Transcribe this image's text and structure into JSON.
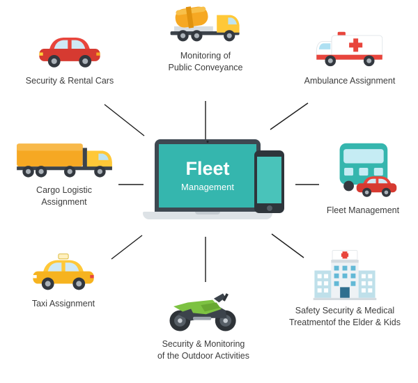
{
  "center": {
    "title_line1": "Fleet",
    "title_line2": "Management"
  },
  "nodes": [
    {
      "id": "security-rental-cars",
      "icon": "red-car-icon",
      "lines": [
        "Security & Rental Cars"
      ]
    },
    {
      "id": "public-conveyance",
      "icon": "mixer-truck-icon",
      "lines": [
        "Monitoring of",
        "Public Conveyance"
      ]
    },
    {
      "id": "ambulance-assignment",
      "icon": "ambulance-icon",
      "lines": [
        "Ambulance Assignment"
      ]
    },
    {
      "id": "cargo-logistic",
      "icon": "cargo-truck-icon",
      "lines": [
        "Cargo Logistic",
        "Assignment"
      ]
    },
    {
      "id": "fleet-management",
      "icon": "bus-car-icon",
      "lines": [
        "Fleet Management"
      ]
    },
    {
      "id": "taxi-assignment",
      "icon": "taxi-icon",
      "lines": [
        "Taxi Assignment"
      ]
    },
    {
      "id": "outdoor-activities",
      "icon": "motorcycle-icon",
      "lines": [
        "Security & Monitoring",
        "of the Outdoor Activities"
      ]
    },
    {
      "id": "medical-treatment",
      "icon": "hospital-icon",
      "lines": [
        "Safety Security & Medical",
        "Treatmentof the Elder & Kids"
      ]
    }
  ],
  "colors": {
    "accent_teal": "#35b6ae",
    "connector_line": "#1b1b1b",
    "red": "#e8453c",
    "yellow": "#ffc838",
    "orange": "#f6a823",
    "green": "#7dc242"
  }
}
